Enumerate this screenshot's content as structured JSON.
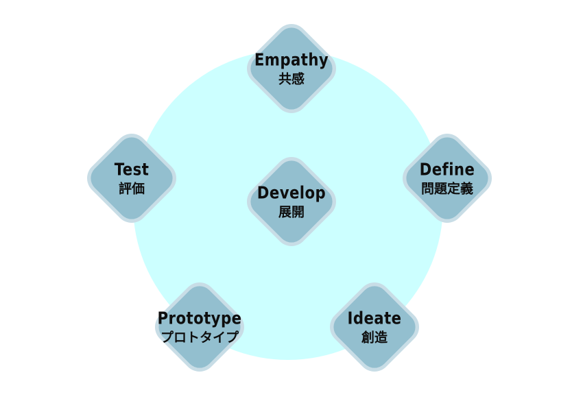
{
  "nodes": [
    {
      "id": "empathy",
      "en": "Empathy",
      "ja": "共感"
    },
    {
      "id": "define",
      "en": "Define",
      "ja": "問題定義"
    },
    {
      "id": "ideate",
      "en": "Ideate",
      "ja": "創造"
    },
    {
      "id": "prototype",
      "en": "Prototype",
      "ja": "プロトタイプ"
    },
    {
      "id": "test",
      "en": "Test",
      "ja": "評価"
    },
    {
      "id": "develop",
      "en": "Develop",
      "ja": "展開"
    }
  ],
  "colors": {
    "circle": "#ccffff",
    "diamond_outer": "#c8dde6",
    "diamond_inner": "#93bfcf",
    "text": "#0e0e0e"
  }
}
